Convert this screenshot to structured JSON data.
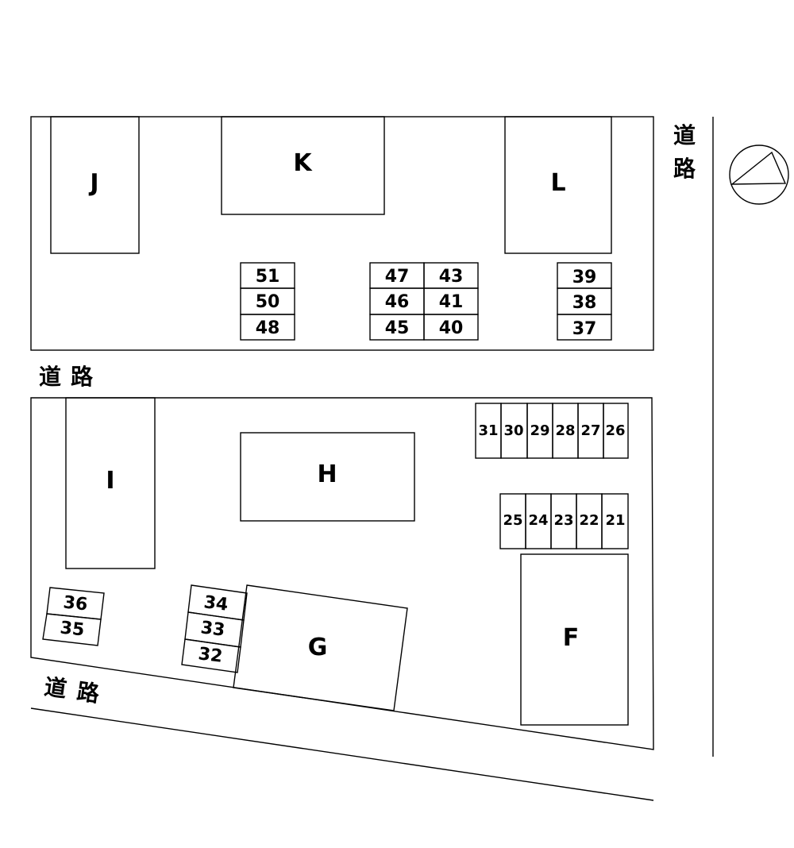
{
  "road_label": "道路",
  "north_indicator": {
    "icon": "north-compass-icon",
    "color": "#000000"
  },
  "buildings": [
    "J",
    "K",
    "L",
    "I",
    "H",
    "G",
    "F"
  ],
  "parking_slots": [
    "51",
    "50",
    "48",
    "47",
    "46",
    "45",
    "43",
    "41",
    "40",
    "39",
    "38",
    "37",
    "31",
    "30",
    "29",
    "28",
    "27",
    "26",
    "25",
    "24",
    "23",
    "22",
    "21",
    "36",
    "35",
    "34",
    "33",
    "32"
  ]
}
